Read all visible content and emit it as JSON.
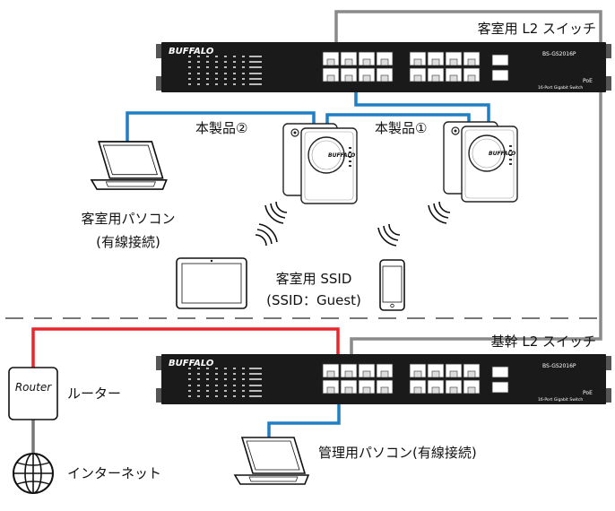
{
  "labels": {
    "guest_switch": "客室用 L2 スイッチ",
    "core_switch": "基幹 L2 スイッチ",
    "product_2": "本製品②",
    "product_1": "本製品①",
    "guest_pc_line1": "客室用パソコン",
    "guest_pc_line2": "(有線接続)",
    "guest_ssid_line1": "客室用 SSID",
    "guest_ssid_line2": "(SSID：Guest)",
    "router_box": "Router",
    "router_label": "ルーター",
    "internet_label": "インターネット",
    "admin_pc": "管理用パソコン(有線接続)"
  },
  "switch": {
    "brand": "BUFFALO",
    "model": "BS-GS2016P",
    "poe": "PoE",
    "sub": "16-Port Gigabit Switch"
  },
  "ap": {
    "brand": "BUFFALO"
  },
  "colors": {
    "lan_blue": "#1e7fc4",
    "wan_red": "#e8262b",
    "trunk_gray": "#8a8a8a",
    "device_dark": "#1a1a1a"
  }
}
